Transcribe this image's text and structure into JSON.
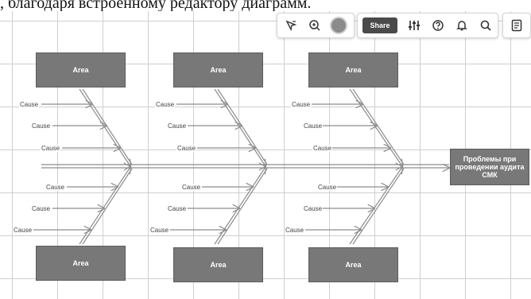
{
  "caption": ", благодаря встроенному редактору диаграмм.",
  "toolbar": {
    "share_label": "Share",
    "icons": [
      "pointer-arrow-icon",
      "add-comment-icon",
      "avatar",
      "sliders-icon",
      "help-icon",
      "bell-icon",
      "search-icon",
      "notes-icon"
    ]
  },
  "diagram": {
    "head_label": "Проблемы при проведении аудита СМК",
    "areas_top": [
      "Area",
      "Area",
      "Area"
    ],
    "areas_bottom": [
      "Area",
      "Area",
      "Area"
    ],
    "cause_label": "Cause",
    "colors": {
      "box": "#787878",
      "line": "#8c8c8c",
      "canvas": "#ffffff",
      "grid": "#cfcfcf"
    }
  }
}
